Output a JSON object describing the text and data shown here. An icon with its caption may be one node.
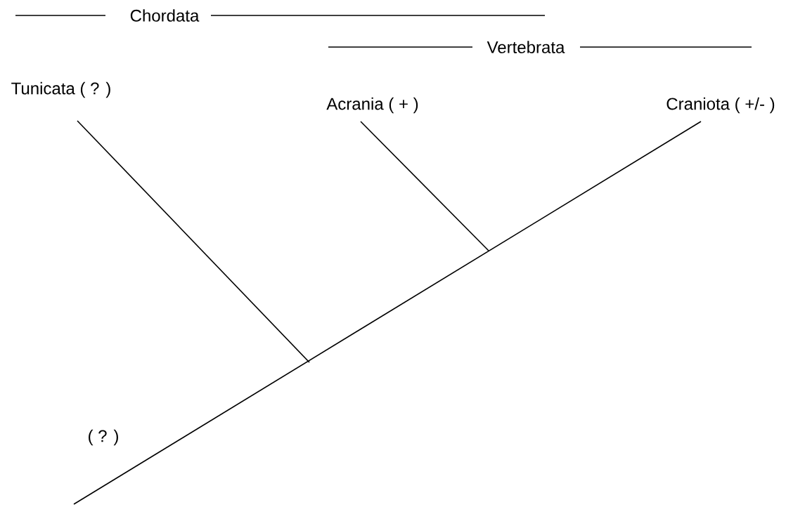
{
  "diagram": {
    "nodes": [
      {
        "text": [
          "Tunicata ( ? )"
        ]
      },
      {
        "text": [
          "Acrania ( + )"
        ]
      },
      {
        "text": [
          "Craniota ( +/- )"
        ]
      }
    ],
    "edges": [
      {
        "from": 0,
        "to": null,
        "arrow": "none"
      },
      {
        "from": 1,
        "to": null,
        "arrow": "none"
      },
      {
        "from": null,
        "to": 2,
        "arrow": "none"
      }
    ],
    "labels": [
      "Chordata",
      "Vertebrata",
      "( ? )"
    ]
  }
}
